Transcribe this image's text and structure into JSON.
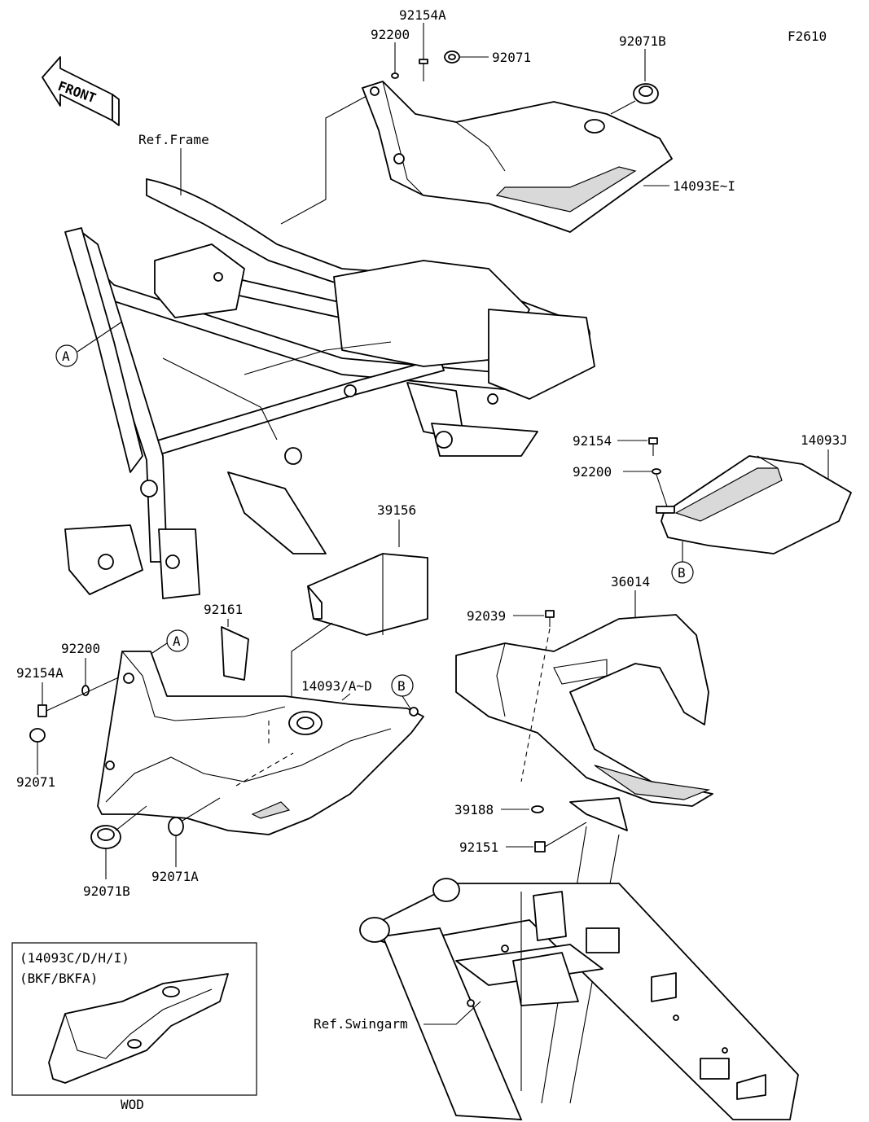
{
  "figure_code": "F2610",
  "front_badge": "FRONT",
  "refs": {
    "frame": "Ref.Frame",
    "swingarm": "Ref.Swingarm"
  },
  "callouts": {
    "A": "A",
    "B": "B"
  },
  "parts": {
    "p92154A_top": "92154A",
    "p92200_top": "92200",
    "p92071_top": "92071",
    "p92071B_top": "92071B",
    "p14093E_I": "14093E~I",
    "p92154_right": "92154",
    "p92200_right": "92200",
    "p14093J": "14093J",
    "p39156": "39156",
    "p92161": "92161",
    "p92200_left": "92200",
    "p92154A_left": "92154A",
    "p92071_left": "92071",
    "p14093A_D": "14093/A~D",
    "p92071B_bottom": "92071B",
    "p92071A": "92071A",
    "p36014": "36014",
    "p92039": "92039",
    "p39188": "39188",
    "p92151": "92151"
  },
  "inset": {
    "line1": "(14093C/D/H/I)",
    "line2": "(BKF/BKFA)",
    "caption": "WOD"
  }
}
